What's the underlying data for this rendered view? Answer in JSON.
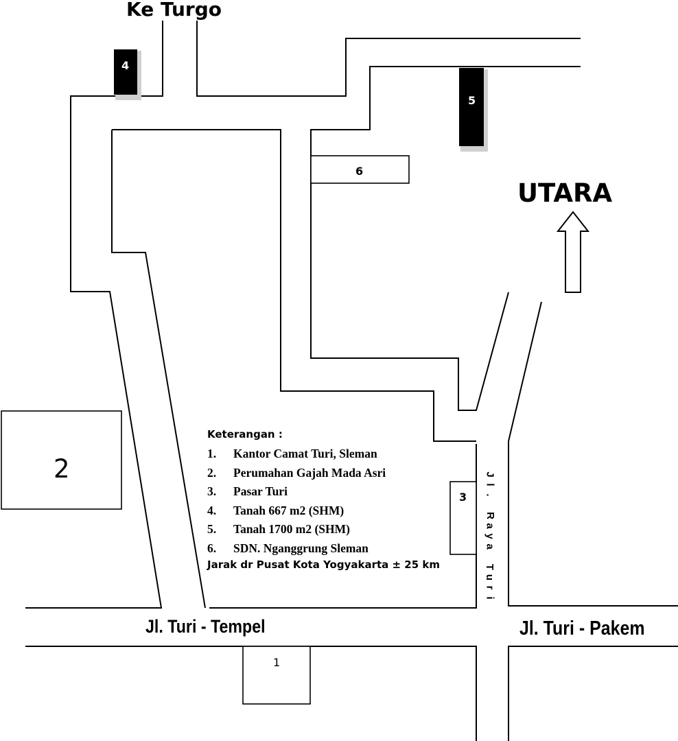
{
  "labels": {
    "ke_turgo": "Ke Turgo",
    "utara": "UTARA",
    "jl_turi_tempel": "Jl. Turi - Tempel",
    "jl_turi_pakem": "Jl. Turi - Pakem",
    "jl_raya_turi_chars": [
      "J",
      "l",
      ".",
      "",
      "R",
      "a",
      "y",
      "a",
      "",
      "T",
      "u",
      "r",
      "i"
    ]
  },
  "markers": {
    "m1": "1",
    "m2": "2",
    "m3": "3",
    "m4": "4",
    "m5": "5",
    "m6": "6"
  },
  "legend": {
    "title": "Keterangan :",
    "items": [
      {
        "num": "1.",
        "text": "Kantor Camat Turi, Sleman"
      },
      {
        "num": "2.",
        "text": "Perumahan Gajah Mada Asri"
      },
      {
        "num": "3.",
        "text": "Pasar Turi"
      },
      {
        "num": "4.",
        "text": "Tanah 667 m2 (SHM)"
      },
      {
        "num": "5.",
        "text": "Tanah 1700 m2 (SHM)"
      },
      {
        "num": "6.",
        "text": "SDN. Nganggrung Sleman"
      }
    ],
    "distance": "Jarak dr Pusat Kota Yogyakarta ± 25 km"
  },
  "colors": {
    "ink": "#000000",
    "paper": "#ffffff",
    "plot_fill": "#000000",
    "plot_shadow": "#d0d0d0"
  },
  "icons": {
    "north_arrow": "north-arrow-icon"
  }
}
